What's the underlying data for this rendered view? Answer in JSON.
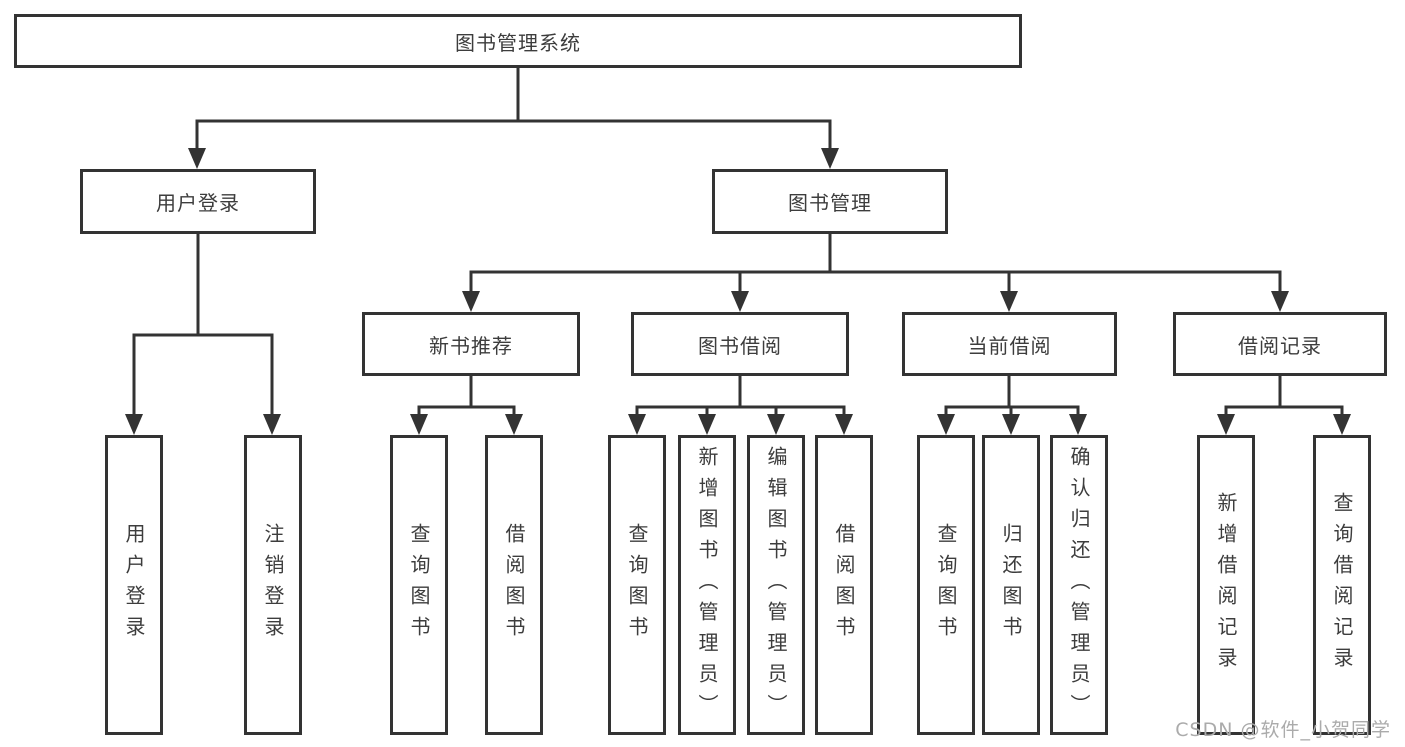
{
  "diagram": {
    "root": {
      "label": "图书管理系统"
    },
    "level2": {
      "user_login": {
        "label": "用户登录"
      },
      "book_mgmt": {
        "label": "图书管理"
      }
    },
    "level3": {
      "new_book_rec": {
        "label": "新书推荐"
      },
      "book_borrow": {
        "label": "图书借阅"
      },
      "current_borrow": {
        "label": "当前借阅"
      },
      "borrow_records": {
        "label": "借阅记录"
      }
    },
    "leaves": {
      "login": {
        "label": "用户登录"
      },
      "logout": {
        "label": "注销登录"
      },
      "rec_query": {
        "label": "查询图书"
      },
      "rec_borrow": {
        "label": "借阅图书"
      },
      "bb_query": {
        "label": "查询图书"
      },
      "bb_add": {
        "label": "新增图书（管理员）"
      },
      "bb_edit": {
        "label": "编辑图书（管理员）"
      },
      "bb_borrow": {
        "label": "借阅图书"
      },
      "cb_query": {
        "label": "查询图书"
      },
      "cb_return": {
        "label": "归还图书"
      },
      "cb_confirm": {
        "label": "确认归还（管理员）"
      },
      "br_add": {
        "label": "新增借阅记录"
      },
      "br_query": {
        "label": "查询借阅记录"
      }
    }
  },
  "watermark": "CSDN @软件_小贺同学",
  "colors": {
    "line": "#333333",
    "text": "#3d3d3d",
    "watermark": "#ababab",
    "background": "#ffffff"
  }
}
